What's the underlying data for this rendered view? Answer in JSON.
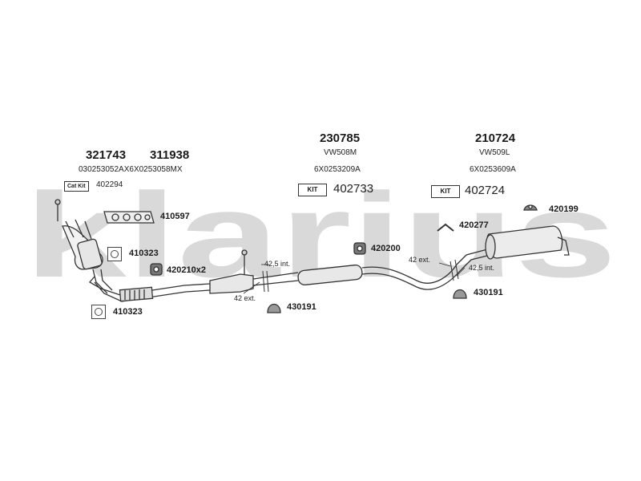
{
  "watermark": "klarius",
  "groups": {
    "front": {
      "part_a": "321743",
      "part_b": "311938",
      "codes": "030253052AX6X0253058MX",
      "cat_kit": "Cat Kit",
      "cat_kit_no": "402294"
    },
    "middle": {
      "part": "230785",
      "model": "VW508M",
      "code": "6X0253209A",
      "kit_label": "KIT",
      "kit_no": "402733"
    },
    "rear": {
      "part": "210724",
      "model": "VW509L",
      "code": "6X0253609A",
      "kit_label": "KIT",
      "kit_no": "402724"
    }
  },
  "parts": {
    "p410597": "410597",
    "p410323_top": "410323",
    "p420210": "420210x2",
    "p410323_bottom": "410323",
    "p430191_left": "430191",
    "p420200": "420200",
    "p420277": "420277",
    "p420199": "420199",
    "p430191_right": "430191"
  },
  "notes": {
    "n1": "42,5 int.",
    "n2": "42 ext.",
    "n3": "42 ext.",
    "n4": "42,5 int."
  }
}
